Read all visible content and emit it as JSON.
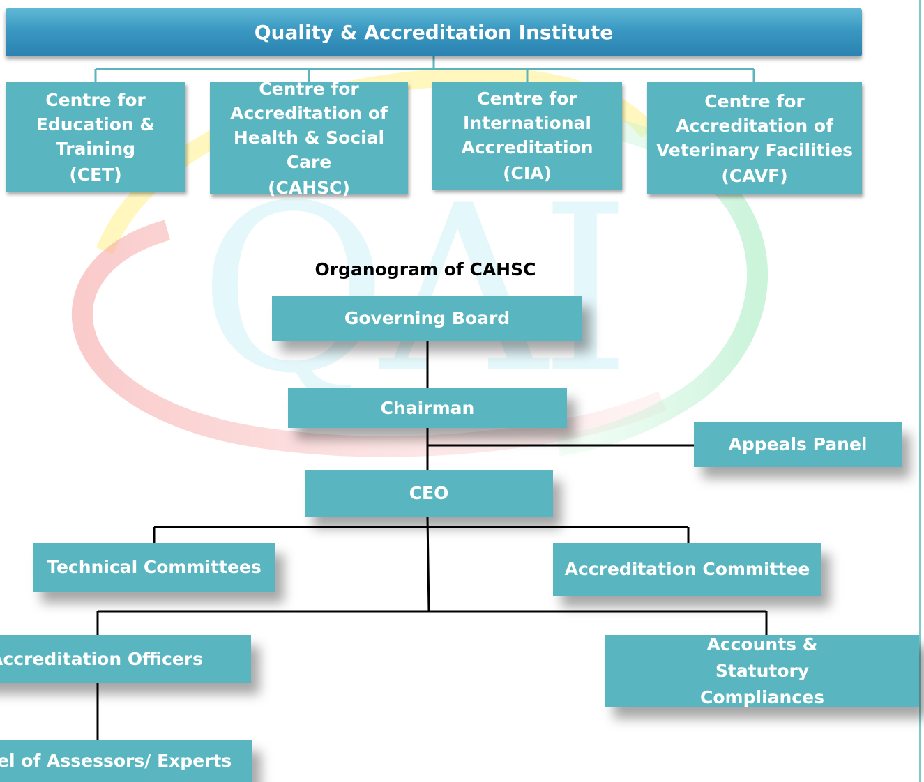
{
  "diagram": {
    "header": {
      "title": "Quality & Accreditation Institute"
    },
    "centres": [
      {
        "name": "Centre for Education & Training",
        "abbr": "(CET)"
      },
      {
        "name": "Centre for Accreditation of Health & Social Care",
        "abbr": "(CAHSC)"
      },
      {
        "name": "Centre for International Accreditation",
        "abbr": "(CIA)"
      },
      {
        "name": "Centre for Accreditation of Veterinary Facilities",
        "abbr": "(CAVF)"
      }
    ],
    "organogram": {
      "title": "Organogram of CAHSC",
      "governing_board": "Governing Board",
      "chairman": "Chairman",
      "appeals_panel": "Appeals Panel",
      "ceo": "CEO",
      "technical_committees": "Technical Committees",
      "accreditation_committee": "Accreditation Committee",
      "accreditation_officers": "Accreditation Officers",
      "accounts": "Accounts & Statutory Compliances",
      "panel_assessors": "Panel of Assessors/ Experts"
    },
    "watermark": {
      "text": "QAI"
    }
  },
  "colors": {
    "box": "#59b6c0",
    "banner": "#3a98c2",
    "connector_top": "#5fb3bd",
    "connector_org": "#000000",
    "frame": "#7fc8cc"
  }
}
